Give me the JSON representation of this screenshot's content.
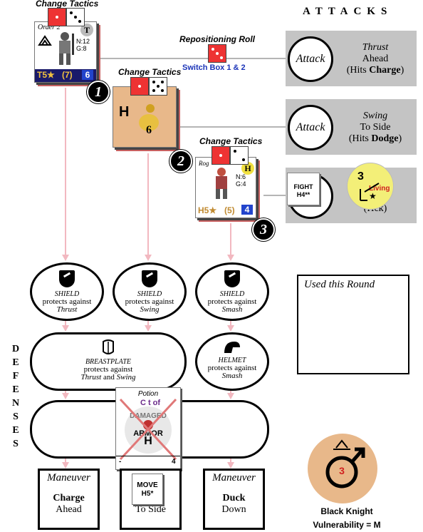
{
  "attacks": {
    "title": "ATTACKS",
    "panels": [
      {
        "circle": "Attack",
        "line1": "Thrust",
        "line2": "Ahead",
        "hits_pre": "(Hits ",
        "hits_bold": "Charge",
        "hits_post": ")"
      },
      {
        "circle": "Attack",
        "line1": "Swing",
        "line2": "To Side",
        "hits_pre": "(Hits ",
        "hits_bold": "Dodge",
        "hits_post": ")"
      },
      {
        "circle": "",
        "line1": "",
        "line2": "",
        "hits_pre": "(H",
        "hits_bold": "",
        "hits_post": "ck)"
      }
    ]
  },
  "repositioning": {
    "title": "Repositioning Roll",
    "subtitle": "Switch Box 1 & 2"
  },
  "tactics": [
    {
      "label": "Change Tactics",
      "badge": "1"
    },
    {
      "label": "Change Tactics",
      "badge": "2"
    },
    {
      "label": "Change Tactics",
      "badge": "3"
    }
  ],
  "counter1": {
    "order": "Order 2",
    "stat1": "N:12",
    "stat2": "G:8",
    "left": "T5",
    "mid": "(7)",
    "right": "6",
    "corner": "T"
  },
  "counter2": {
    "letter": "H",
    "num": "6"
  },
  "counter3": {
    "name": "Rog",
    "stat1": "N:6",
    "stat2": "G:4",
    "left": "H5",
    "mid": "(5)",
    "right": "4",
    "corner": "H"
  },
  "fight_chit": {
    "line1": "FIGHT",
    "line2": "H4**"
  },
  "living_chit": {
    "num": "3",
    "label": "Living"
  },
  "defenses": {
    "label": "DEFENSES",
    "shields": [
      {
        "name": "SHIELD",
        "line": "protects against",
        "against": "Thrust"
      },
      {
        "name": "SHIELD",
        "line": "protects against",
        "against": "Swing"
      },
      {
        "name": "SHIELD",
        "line": "protects against",
        "against": "Smash"
      }
    ],
    "breastplate": {
      "name": "BREASTPLATE",
      "line": "protects against",
      "against1": "Thrust",
      "and": " and ",
      "against2": "Swing"
    },
    "helmet": {
      "name": "HELMET",
      "line": "protects against",
      "against": "Smash"
    }
  },
  "potion_card": {
    "title": "Potion",
    "line2": "C  t of",
    "damaged": "DAMAGED",
    "armor": "ARMOR",
    "letter": "H",
    "left": "-",
    "right": "4"
  },
  "used_box": {
    "label": "Used this Round"
  },
  "maneuvers": [
    {
      "title": "Maneuver",
      "bold": "Charge",
      "plain": "Ahead"
    },
    {
      "title": "M  r",
      "bold": "",
      "plain": "To Side"
    },
    {
      "title": "Maneuver",
      "bold": "Duck",
      "plain": "Down"
    }
  ],
  "move_chit": {
    "line1": "MOVE",
    "line2": "H5*"
  },
  "black_knight": {
    "num": "3",
    "name": "Black Knight",
    "vuln": "Vulnerability = M"
  }
}
